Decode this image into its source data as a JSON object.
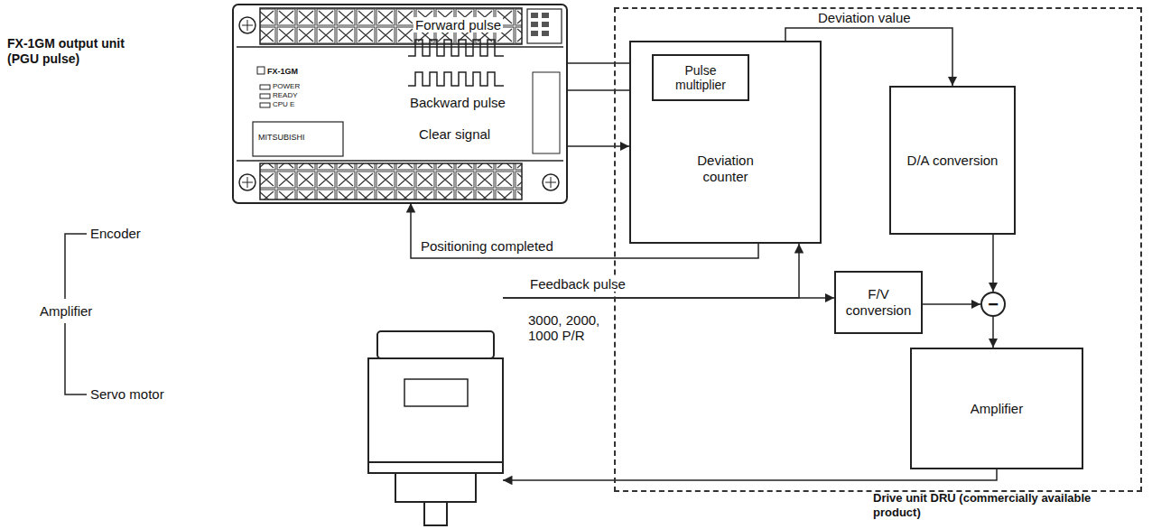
{
  "diagram": {
    "nodes": [
      {
        "text": [
          "FX-1GM output unit (PGU pulse)",
          "FX-1GM"
        ]
      },
      {
        "text": [
          "Drive unit DRU (commercially available product)"
        ]
      },
      {
        "text": [
          "Deviation counter"
        ],
        "in": 1
      },
      {
        "text": [
          "Pulse multiplier"
        ],
        "in": 2
      },
      {
        "text": [
          "D/A conversion"
        ],
        "in": 1
      },
      {
        "text": [
          "F/V conversion"
        ],
        "in": 1
      },
      {
        "text": [
          "−"
        ],
        "in": 1
      },
      {
        "text": [
          "Amplifier"
        ],
        "in": 1
      },
      {
        "text": [
          "Encoder",
          "Servo motor"
        ]
      }
    ],
    "edges": [
      {
        "from": 0,
        "to": 3,
        "arrow": "to",
        "label": "Forward pulse"
      },
      {
        "from": 0,
        "to": 3,
        "arrow": "to",
        "label": "Backward pulse"
      },
      {
        "from": 0,
        "to": 2,
        "arrow": "to",
        "label": "Clear signal"
      },
      {
        "from": 2,
        "to": 0,
        "arrow": "to",
        "label": "Positioning completed"
      },
      {
        "from": 2,
        "to": 4,
        "arrow": "to",
        "label": "Deviation value"
      },
      {
        "from": 4,
        "to": 6,
        "arrow": "to"
      },
      {
        "from": 5,
        "to": 6,
        "arrow": "to"
      },
      {
        "from": 6,
        "to": 7,
        "arrow": "to"
      },
      {
        "from": 7,
        "to": 8,
        "arrow": "to"
      },
      {
        "from": 8,
        "to": 5,
        "arrow": "to",
        "label": "Feedback pulse"
      },
      {
        "from": 8,
        "to": 2,
        "arrow": "to"
      }
    ],
    "labels": [
      "Amplifier",
      "3000, 2000, 1000 P/R",
      "POWER",
      "READY",
      "CPU E",
      "MITSUBISHI"
    ]
  }
}
